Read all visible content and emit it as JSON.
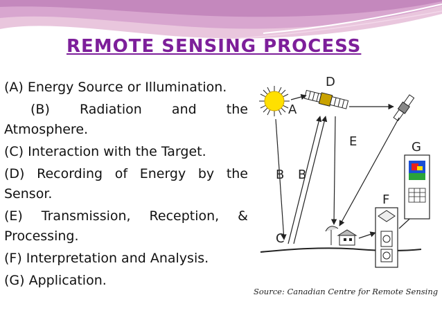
{
  "slide": {
    "title": "Remote Sensing Process",
    "accent_color": "#7d1f9a",
    "wave_colors": [
      "#c8a2d8",
      "#e6b0cc",
      "#d28bb8"
    ]
  },
  "steps": [
    "(A) Energy Source or Illumination.",
    "(B) Radiation and the Atmosphere.",
    "(C) Interaction with the Target.",
    "(D) Recording of Energy by the Sensor.",
    "(E) Transmission, Reception, & Processing.",
    "(F) Interpretation and Analysis.",
    "(G) Application."
  ],
  "diagram": {
    "labels": {
      "a": "A",
      "b1": "B",
      "b2": "B",
      "c": "C",
      "d": "D",
      "e": "E",
      "f": "F",
      "g": "G"
    },
    "icons": [
      "sun-icon",
      "satellite-icon",
      "relay-satellite-icon",
      "ground-station-icon",
      "map-panel-icon",
      "application-panel-icon"
    ],
    "source": "Source: Canadian Centre for Remote Sensing"
  }
}
